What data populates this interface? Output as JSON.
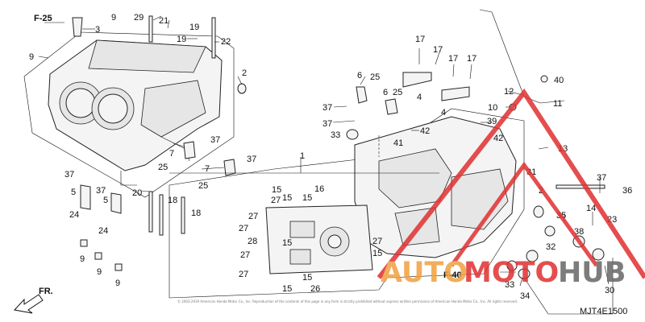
{
  "labels": {
    "f25": "F-25",
    "f40": "F-40",
    "fr": "FR.",
    "code": "MJT4E1500",
    "n1": "1",
    "n2a": "2",
    "n2b": "2",
    "n3": "3",
    "n4a": "4",
    "n4b": "4",
    "n5a": "5",
    "n5b": "5",
    "n6a": "6",
    "n6b": "6",
    "n7a": "7",
    "n7b": "7",
    "n9a": "9",
    "n9b": "9",
    "n9c": "9",
    "n9d": "9",
    "n9e": "9",
    "n10": "10",
    "n11": "11",
    "n12": "12",
    "n13": "13",
    "n14": "14",
    "n15a": "15",
    "n15b": "15",
    "n15c": "15",
    "n15d": "15",
    "n15e": "15",
    "n15f": "15",
    "n15g": "15",
    "n16": "16",
    "n17a": "17",
    "n17b": "17",
    "n17c": "17",
    "n17d": "17",
    "n18a": "18",
    "n18b": "18",
    "n19a": "19",
    "n19b": "19",
    "n20": "20",
    "n21": "21",
    "n22": "22",
    "n23": "23",
    "n24a": "24",
    "n24b": "24",
    "n25a": "25",
    "n25b": "25",
    "n25c": "25",
    "n25d": "25",
    "n26": "26",
    "n27a": "27",
    "n27b": "27",
    "n27c": "27",
    "n27d": "27",
    "n27e": "27",
    "n27f": "27",
    "n28": "28",
    "n29": "29",
    "n30": "30",
    "n31": "31",
    "n32": "32",
    "n33a": "33",
    "n33b": "33",
    "n34": "34",
    "n35": "35",
    "n36": "36",
    "n37a": "37",
    "n37b": "37",
    "n37c": "37",
    "n37d": "37",
    "n37e": "37",
    "n37f": "37",
    "n37g": "37",
    "n38": "38",
    "n39": "39",
    "n40": "40",
    "n41": "41",
    "n42a": "42",
    "n42b": "42"
  },
  "copyright": "© 2003-2019 American Honda Motor Co., Inc. Reproduction of the contents of this page in any form is strictly prohibited without express written permission of American Honda Motor Co., Inc. All rights reserved.",
  "watermark": {
    "text_auto": "AUTO",
    "text_moto": "MOTO",
    "text_hub": "HUB",
    "color_red": "#e03030",
    "color_orange": "#f0a040",
    "color_gray": "#666666"
  }
}
